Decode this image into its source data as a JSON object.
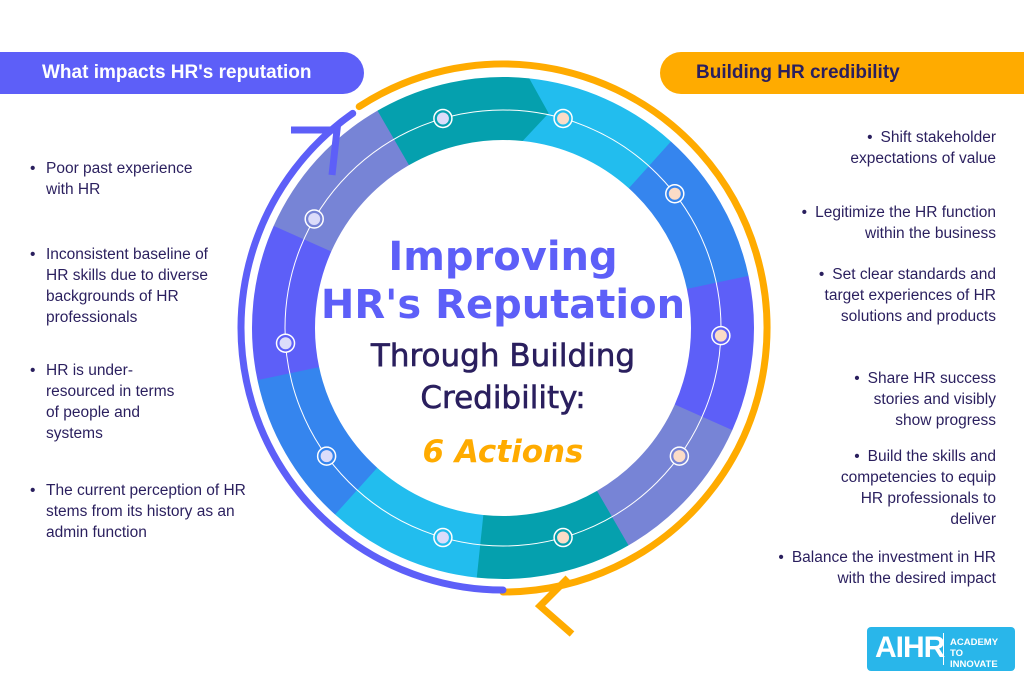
{
  "left_header": "What impacts HR's reputation",
  "right_header": "Building HR credibility",
  "left_items": [
    "Poor past experience with HR",
    "Inconsistent baseline of HR skills due to diverse backgrounds of HR professionals",
    "HR is under-resourced in terms of people and systems",
    "The current perception of HR stems from its history as an admin function"
  ],
  "right_items": [
    "Shift stakeholder expectations of value",
    "Legitimize the HR function within the business",
    "Set clear standards and target experiences of HR solutions and products",
    "Share HR success stories and visibly show progress",
    "Build the skills and competencies to equip HR professionals to deliver",
    "Balance the investment in HR with the desired impact"
  ],
  "center": {
    "line1": "Improving",
    "line2": "HR's Reputation",
    "line3": "Through Building",
    "line4": "Credibility:",
    "line5": "6 Actions"
  },
  "logo": {
    "mark": "AIHR",
    "text": "ACADEMY TO INNOVATE HR"
  },
  "colors": {
    "violet": "#5d5ff8",
    "orange": "#ffab00",
    "navy": "#2a1f5e",
    "teal": "#05a0ae",
    "cyan": "#22bdee",
    "blue": "#3585ee",
    "lavender": "#7784d6"
  }
}
